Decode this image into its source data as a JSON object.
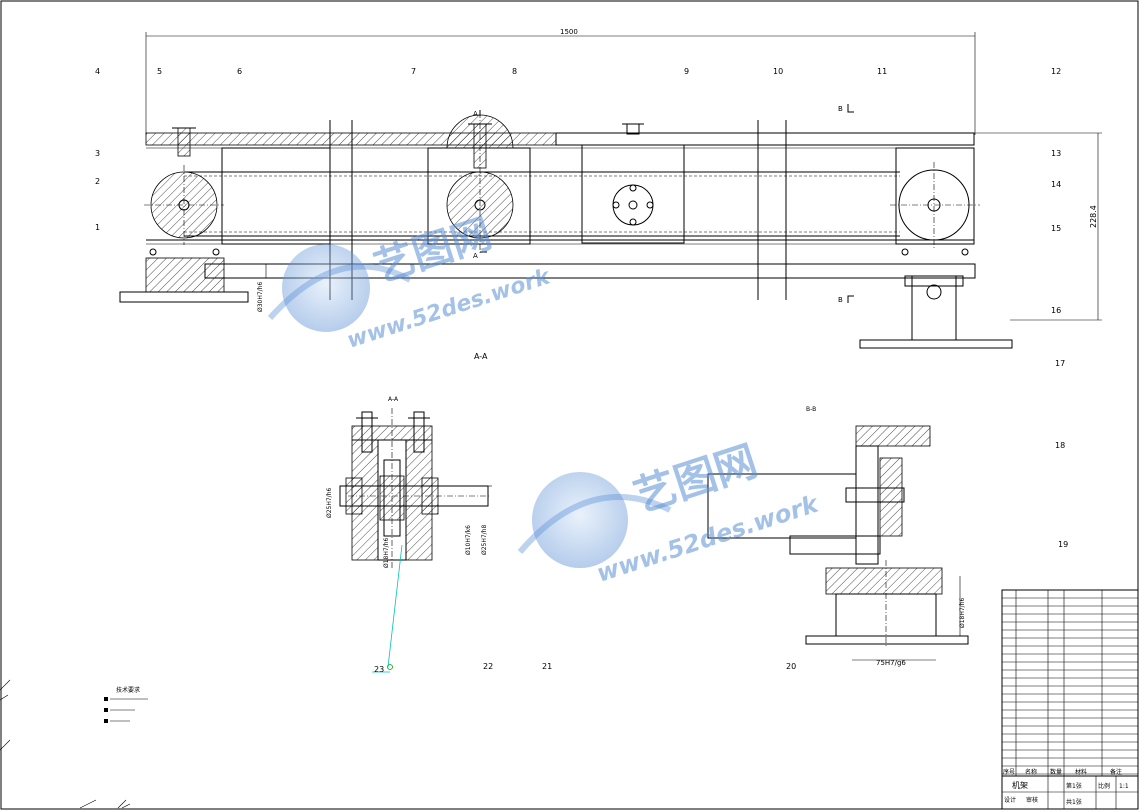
{
  "drawing": {
    "overall_dim": "1500",
    "height_dim": "228.4",
    "section_aa_title": "A-A",
    "section_aa_view_label": "A-A",
    "section_bb_view_label": "B-B",
    "section_mark_a": "A",
    "section_mark_b": "B",
    "dims": {
      "shaft_left": "Ø30H7/h6",
      "hub_left": "Ø25H7/h6",
      "bore_left": "Ø18H7/h6",
      "shaft_right1": "Ø10H7/k6",
      "shaft_right2": "Ø25H7/h8",
      "bb_bore": "Ø18H7/h6",
      "bb_width": "75H7/g6"
    },
    "balloons": [
      {
        "id": "b4",
        "text": "4"
      },
      {
        "id": "b5",
        "text": "5"
      },
      {
        "id": "b6",
        "text": "6"
      },
      {
        "id": "b7",
        "text": "7"
      },
      {
        "id": "b8",
        "text": "8"
      },
      {
        "id": "b9",
        "text": "9"
      },
      {
        "id": "b10",
        "text": "10"
      },
      {
        "id": "b11",
        "text": "11"
      },
      {
        "id": "b12",
        "text": "12"
      },
      {
        "id": "b3",
        "text": "3"
      },
      {
        "id": "b2",
        "text": "2"
      },
      {
        "id": "b1",
        "text": "1"
      },
      {
        "id": "b13",
        "text": "13"
      },
      {
        "id": "b14",
        "text": "14"
      },
      {
        "id": "b15",
        "text": "15"
      },
      {
        "id": "b16",
        "text": "16"
      },
      {
        "id": "b17",
        "text": "17"
      },
      {
        "id": "b18",
        "text": "18"
      },
      {
        "id": "b19",
        "text": "19"
      },
      {
        "id": "b20",
        "text": "20"
      },
      {
        "id": "b21",
        "text": "21"
      },
      {
        "id": "b22",
        "text": "22"
      },
      {
        "id": "b23",
        "text": "23"
      }
    ],
    "notes_title": "技术要求",
    "watermark": {
      "logo_text": "艺图网",
      "url_text": "www.52des.work"
    }
  },
  "title_block": {
    "drawing_name": "机架",
    "scale_label": "比例",
    "scale_value": "1:1",
    "sheet_label": "第1张",
    "sheets_label": "共1张",
    "row_header": [
      "序号",
      "名称",
      "数量",
      "材料",
      "备注"
    ],
    "designer_label": "设计",
    "checker_label": "审核"
  }
}
